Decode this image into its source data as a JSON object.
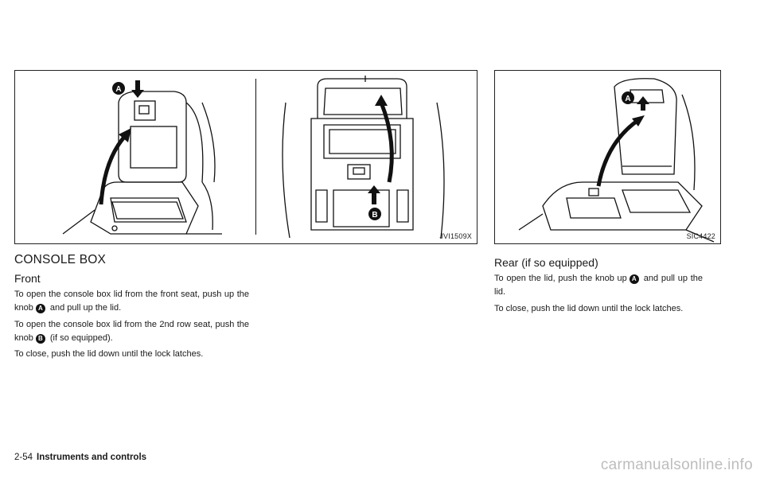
{
  "figures": {
    "left_code": "JVI1509X",
    "right_code": "SIC4422",
    "label_a": "A",
    "label_b": "B"
  },
  "console_box": {
    "title": "CONSOLE BOX",
    "front": {
      "heading": "Front",
      "p1_before": "To open the console box lid from the front seat, push up the knob",
      "p1_marker": "A",
      "p1_after": "and pull up the lid.",
      "p2_before": "To open the console box lid from the 2nd row seat, push the knob",
      "p2_marker": "B",
      "p2_after": "(if so equipped).",
      "p3": "To close, push the lid down until the lock latches."
    },
    "rear": {
      "heading": "Rear (if so equipped)",
      "p1_before": "To open the lid, push the knob up",
      "p1_marker": "A",
      "p1_after": "and pull up the lid.",
      "p2": "To close, push the lid down until the lock latches."
    }
  },
  "footer": {
    "page_number": "2-54",
    "section": "Instruments and controls",
    "watermark": "carmanualsonline.info"
  }
}
